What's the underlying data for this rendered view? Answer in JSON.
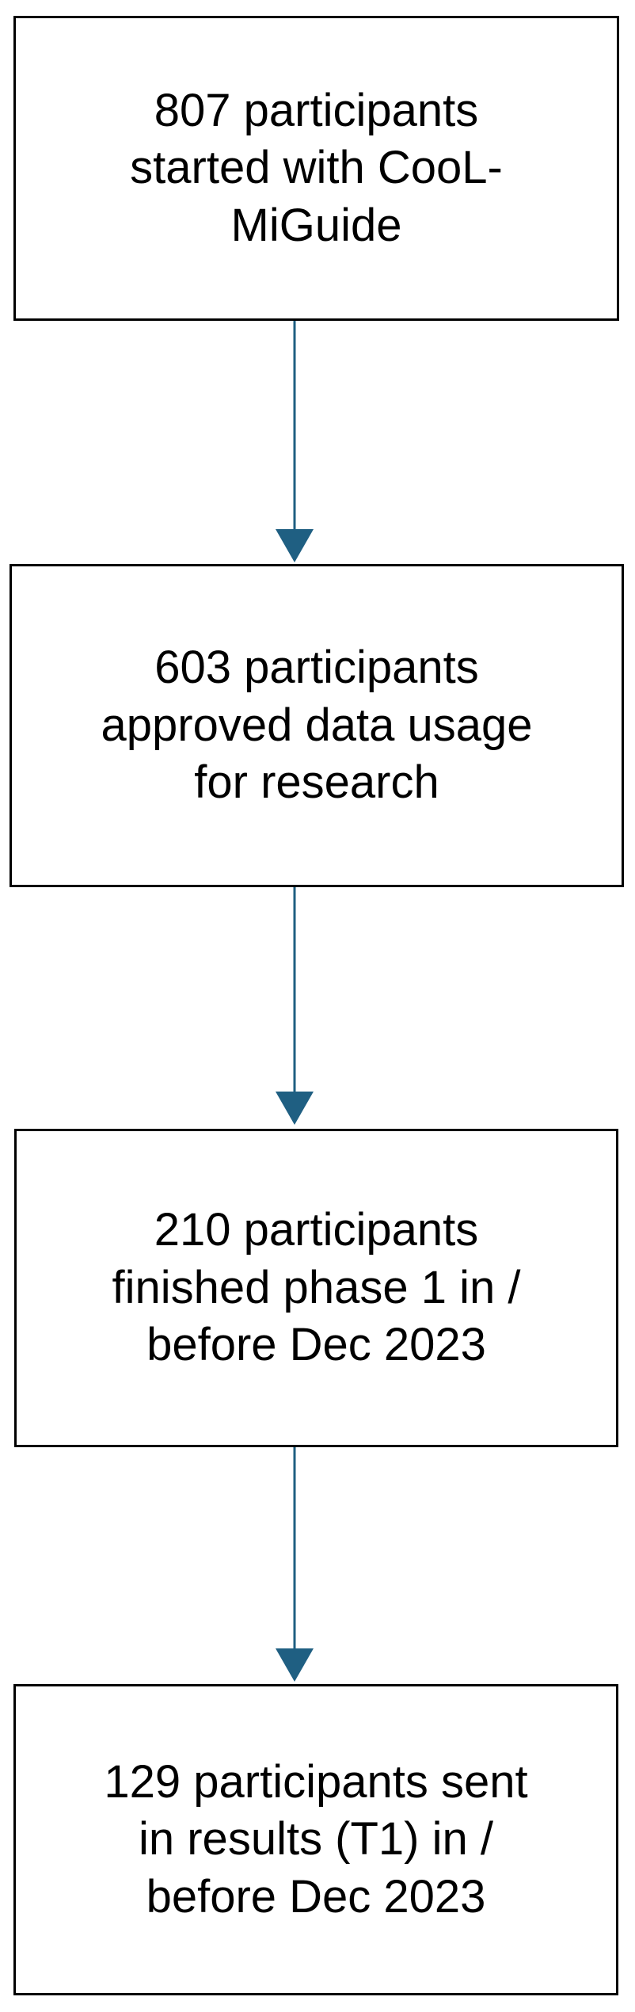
{
  "flowchart": {
    "steps": [
      {
        "text": "807 participants\nstarted with CooL-\nMiGuide"
      },
      {
        "text": "603 participants\napproved data usage\nfor research"
      },
      {
        "text": "210 participants\nfinished phase 1 in /\nbefore Dec 2023"
      },
      {
        "text": "129 participants sent\nin results (T1) in /\nbefore Dec 2023"
      }
    ]
  },
  "colors": {
    "arrow": "#1f5f82",
    "box_border": "#000000",
    "text": "#000000"
  }
}
